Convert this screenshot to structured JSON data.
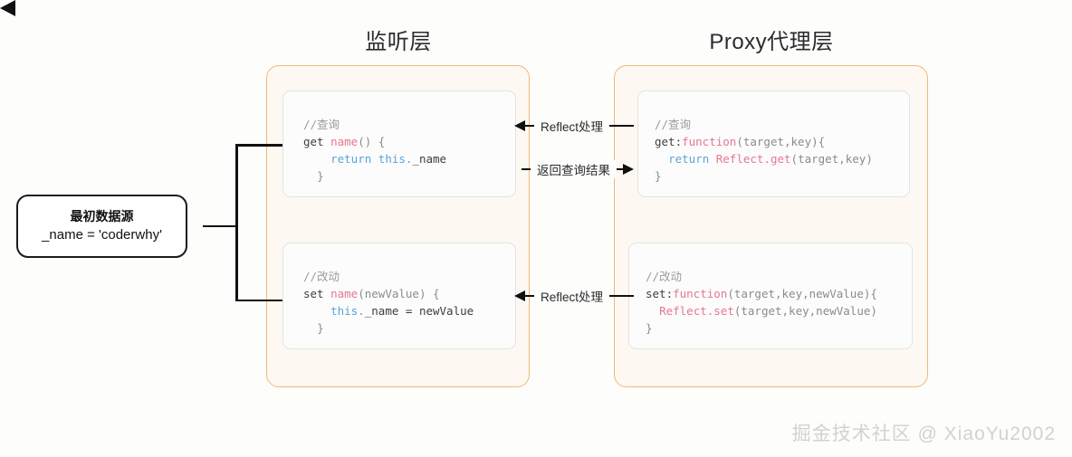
{
  "columns": {
    "listen": {
      "title": "监听层"
    },
    "proxy": {
      "title": "Proxy代理层"
    }
  },
  "datasource": {
    "title": "最初数据源",
    "value": "_name = 'coderwhy'"
  },
  "code_blocks": {
    "listen_get": {
      "comment": "//查询",
      "line1_kw": "get",
      "line1_fn": "name",
      "line1_tail": "() {",
      "line2_kw": "return this.",
      "line2_tail": "_name",
      "line3": "}"
    },
    "listen_set": {
      "comment": "//改动",
      "line1_kw": "set",
      "line1_fn": "name",
      "line1_tail": "(newValue) {",
      "line2_kw": "this.",
      "line2_tail": "_name = newValue",
      "line3": "}"
    },
    "proxy_get": {
      "comment": "//查询",
      "line1_kw": "get:",
      "line1_fn": "function",
      "line1_tail": "(target,key){",
      "line2_kw": "return ",
      "line2_fn": "Reflect.get",
      "line2_tail": "(target,key)",
      "line3": "}"
    },
    "proxy_set": {
      "comment": "//改动",
      "line1_kw": "set:",
      "line1_fn": "function",
      "line1_tail": "(target,key,newValue){",
      "line2_fn": "Reflect.set",
      "line2_tail": "(target,key,newValue)",
      "line3": "}"
    }
  },
  "arrows": {
    "reflect_get": {
      "label": "Reflect处理",
      "direction": "left"
    },
    "return_query": {
      "label": "返回查询结果",
      "direction": "right"
    },
    "reflect_set": {
      "label": "Reflect处理",
      "direction": "left"
    }
  },
  "watermark": {
    "text": "掘金技术社区 @ XiaoYu2002"
  },
  "colors": {
    "panel_border": "#f0b97a",
    "panel_fill": "#fdf8f1",
    "code_keyword_pink": "#e8768f",
    "code_blue": "#5ba3d9",
    "code_comment": "#9b9b9b",
    "connector_black": "#111111",
    "watermark_gray": "#d2d2d2"
  }
}
